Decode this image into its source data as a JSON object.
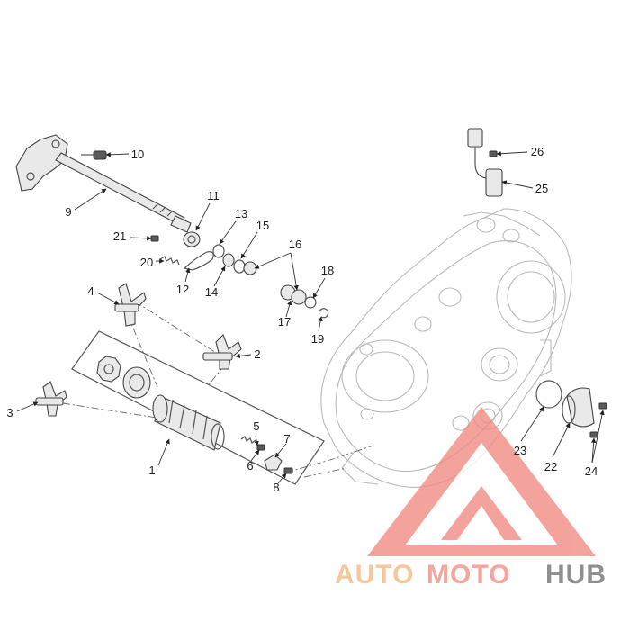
{
  "diagram": {
    "callouts": [
      "1",
      "2",
      "3",
      "4",
      "5",
      "6",
      "7",
      "8",
      "9",
      "10",
      "11",
      "12",
      "13",
      "14",
      "15",
      "16",
      "17",
      "18",
      "19",
      "20",
      "21",
      "22",
      "23",
      "24",
      "25",
      "26"
    ]
  },
  "watermark": {
    "text_a": "AUTO",
    "text_b": "MOTO",
    "text_c": "HUB",
    "color_a": "#f3c89e",
    "color_b": "#f4a59c",
    "color_c": "#8f8f8f",
    "triangle_color": "#f08a80"
  }
}
